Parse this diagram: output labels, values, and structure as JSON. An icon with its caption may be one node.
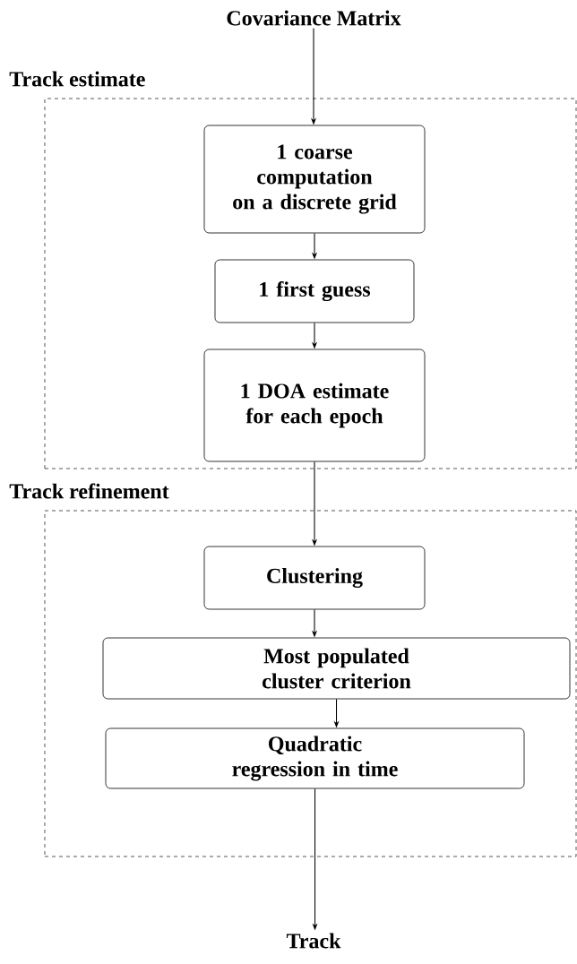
{
  "diagram": {
    "nodes": [
      {
        "text": [
          "Covariance Matrix"
        ]
      },
      {
        "text": [
          "Track estimate"
        ]
      },
      {
        "text": [
          "1 coarse computation on a discrete grid"
        ],
        "in": 1
      },
      {
        "text": [
          "1 first guess"
        ],
        "in": 1
      },
      {
        "text": [
          "1 DOA estimate for each epoch"
        ],
        "in": 1
      },
      {
        "text": [
          "Track refinement"
        ]
      },
      {
        "text": [
          "Clustering"
        ],
        "in": 5
      },
      {
        "text": [
          "Most populated cluster criterion"
        ],
        "in": 5
      },
      {
        "text": [
          "Quadratic regression in time"
        ],
        "in": 5
      },
      {
        "text": [
          "Track"
        ]
      }
    ],
    "edges": [
      {
        "from": 0,
        "to": 2,
        "arrow": "to"
      },
      {
        "from": 2,
        "to": 3,
        "arrow": "to"
      },
      {
        "from": 3,
        "to": 4,
        "arrow": "to"
      },
      {
        "from": 4,
        "to": 6,
        "arrow": "to"
      },
      {
        "from": 6,
        "to": 7,
        "arrow": "to"
      },
      {
        "from": 7,
        "to": 8,
        "arrow": "to"
      },
      {
        "from": 8,
        "to": 9,
        "arrow": "to"
      }
    ]
  }
}
